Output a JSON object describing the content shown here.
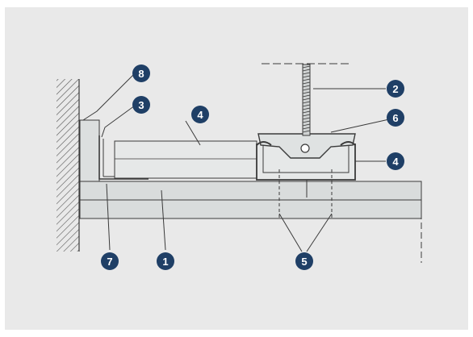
{
  "callouts": [
    {
      "id": "1",
      "label": "1",
      "part": "1"
    },
    {
      "id": "2",
      "label": "2",
      "part": "2"
    },
    {
      "id": "3",
      "label": "3",
      "part": "3"
    },
    {
      "id": "4a",
      "label": "4",
      "part": "4"
    },
    {
      "id": "4b",
      "label": "4",
      "part": "4"
    },
    {
      "id": "5",
      "label": "5",
      "part": "5"
    },
    {
      "id": "6",
      "label": "6",
      "part": "6"
    },
    {
      "id": "7",
      "label": "7",
      "part": "7"
    },
    {
      "id": "8",
      "label": "8",
      "part": "8"
    }
  ],
  "colors": {
    "background": "#e9e9e9",
    "line": "#3a3a3a",
    "board": "#d9dcdc",
    "profile": "#e6e8e8",
    "badge": "#1f3f66",
    "hatch": "#555555"
  }
}
